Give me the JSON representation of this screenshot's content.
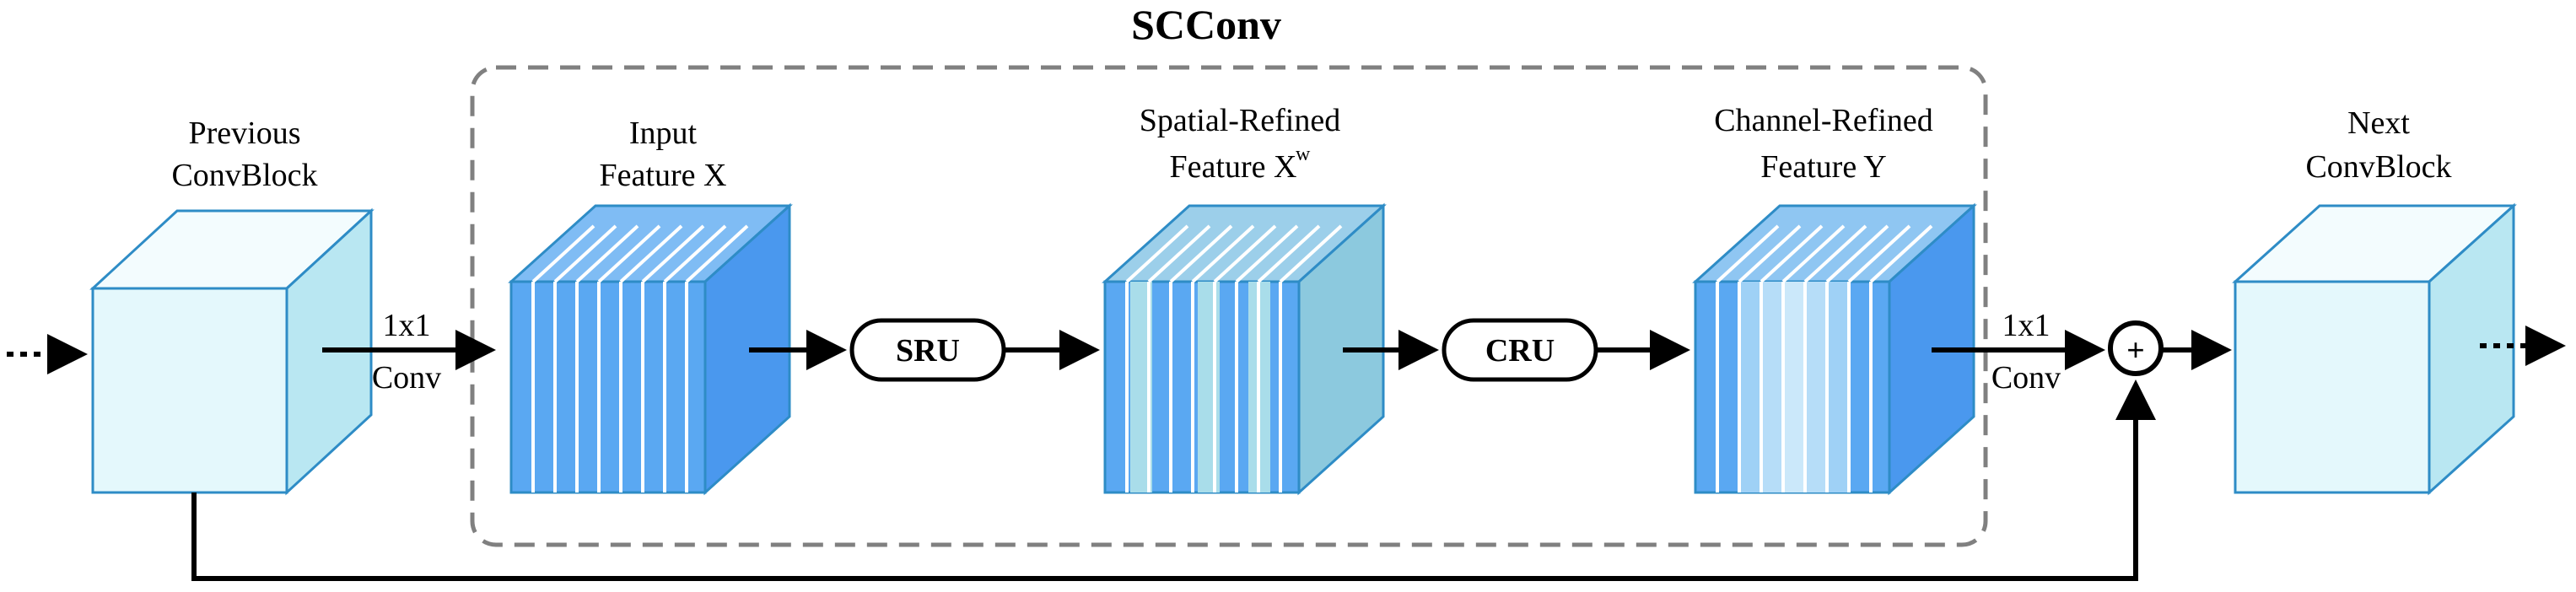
{
  "title": "SCConv",
  "blocks": {
    "previous": {
      "line1": "Previous",
      "line2": "ConvBlock"
    },
    "next": {
      "line1": "Next",
      "line2": "ConvBlock"
    }
  },
  "features": {
    "input": {
      "line1": "Input",
      "line2": "Feature X"
    },
    "spatial": {
      "line1": "Spatial-Refined",
      "line2": "Feature X",
      "sup": "w"
    },
    "channel": {
      "line1": "Channel-Refined",
      "line2": "Feature Y"
    }
  },
  "ops": {
    "sru": "SRU",
    "cru": "CRU",
    "conv_in": {
      "line1": "1x1",
      "line2": "Conv"
    },
    "conv_out": {
      "line1": "1x1",
      "line2": "Conv"
    },
    "add_symbol": "+"
  },
  "colors": {
    "block_fill": "#e4f8fc",
    "block_edge": "#2e8cc6",
    "feature_front": "#5aa8f2",
    "feature_side": "#4a98ee",
    "spatial_side": "#8cc9de",
    "frame_dash": "#808080"
  }
}
